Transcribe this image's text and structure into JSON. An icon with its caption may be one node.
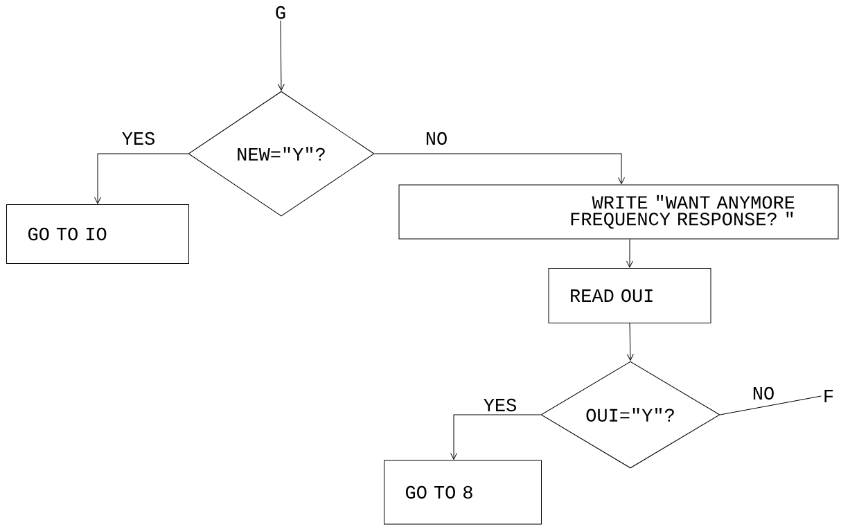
{
  "diagram": {
    "nodes": [
      {
        "text": [
          "G"
        ]
      },
      {
        "text": [
          "NEW=\"Y\"?"
        ]
      },
      {
        "text": [
          "GO TO IO"
        ]
      },
      {
        "text": [
          "WRITE \"WANT ANYMORE FREQUENCY RESPONSE? \""
        ]
      },
      {
        "text": [
          "READ OUI"
        ]
      },
      {
        "text": [
          "OUI=\"Y\"?"
        ]
      },
      {
        "text": [
          "GO TO 8"
        ]
      },
      {
        "text": [
          "F"
        ]
      }
    ],
    "edges": [
      {
        "from": 0,
        "to": 1,
        "arrow": "to"
      },
      {
        "from": 1,
        "to": 2,
        "arrow": "to",
        "label": "YES"
      },
      {
        "from": 1,
        "to": 3,
        "arrow": "to",
        "label": "NO"
      },
      {
        "from": 3,
        "to": 4,
        "arrow": "to"
      },
      {
        "from": 4,
        "to": 5,
        "arrow": "to"
      },
      {
        "from": 5,
        "to": 6,
        "arrow": "to",
        "label": "YES"
      },
      {
        "from": 5,
        "to": 7,
        "arrow": "none",
        "label": "NO"
      }
    ]
  }
}
